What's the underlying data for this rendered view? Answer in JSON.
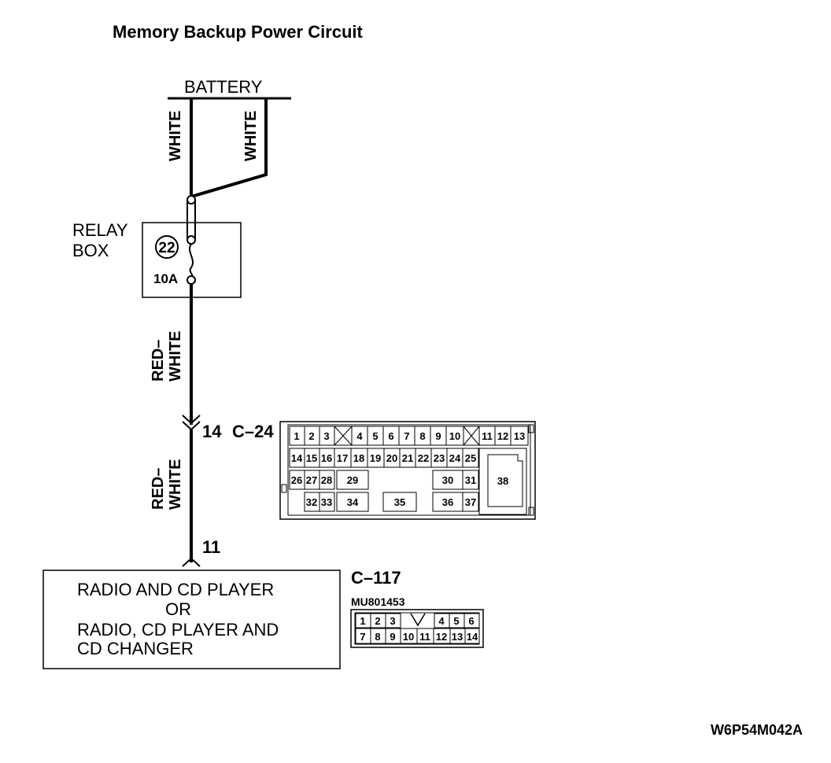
{
  "title": "Memory Backup Power Circuit",
  "battery_label": "BATTERY",
  "wires": {
    "white_left": "WHITE",
    "white_right": "WHITE",
    "red_white_upper_line1": "RED–",
    "red_white_upper_line2": "WHITE",
    "red_white_lower_line1": "RED–",
    "red_white_lower_line2": "WHITE"
  },
  "relay_box": {
    "label_line1": "RELAY",
    "label_line2": "BOX",
    "fuse_number": "22",
    "fuse_rating": "10A"
  },
  "connector_c24": {
    "pin_label": "14",
    "name": "C–24",
    "row1": [
      "1",
      "2",
      "3",
      "4",
      "5",
      "6",
      "7",
      "8",
      "9",
      "10",
      "11",
      "12",
      "13"
    ],
    "row2": [
      "14",
      "15",
      "16",
      "17",
      "18",
      "19",
      "20",
      "21",
      "22",
      "23",
      "24",
      "25"
    ],
    "row3": [
      "26",
      "27",
      "28",
      "29",
      "30",
      "31"
    ],
    "row4": [
      "32",
      "33",
      "34",
      "35",
      "36",
      "37"
    ],
    "big_pin": "38"
  },
  "connector_c117": {
    "pin_label": "11",
    "name": "C–117",
    "part_number": "MU801453",
    "row1": [
      "1",
      "2",
      "3",
      "4",
      "5",
      "6"
    ],
    "row2": [
      "7",
      "8",
      "9",
      "10",
      "11",
      "12",
      "13",
      "14"
    ]
  },
  "device": {
    "line1": "RADIO AND CD PLAYER",
    "line2": "OR",
    "line3": "RADIO, CD PLAYER AND",
    "line4": "CD CHANGER"
  },
  "figure_code": "W6P54M042A"
}
